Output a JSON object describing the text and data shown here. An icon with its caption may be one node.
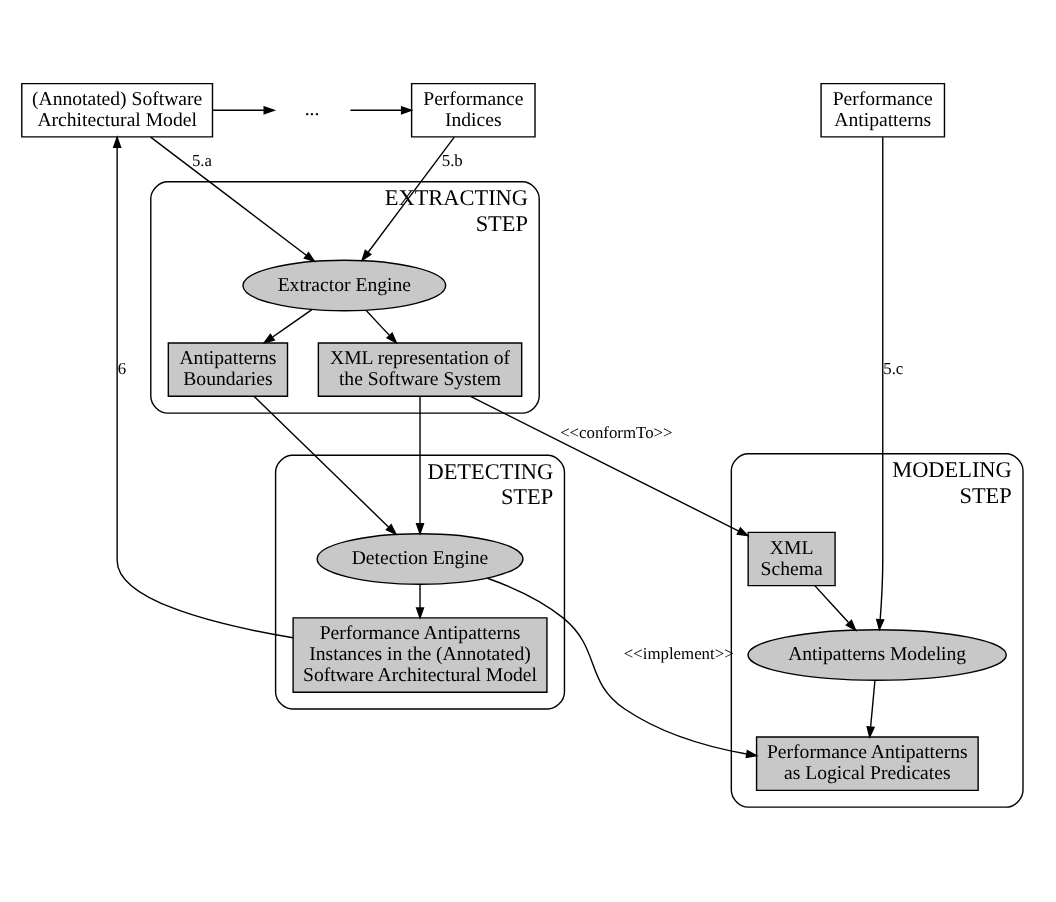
{
  "diagram": {
    "nodes": [
      {
        "text": [
          "(Annotated) Software Architectural Model"
        ]
      },
      {
        "text": [
          "..."
        ]
      },
      {
        "text": [
          "Performance Indices"
        ]
      },
      {
        "text": [
          "Performance Antipatterns"
        ]
      },
      {
        "text": [
          "EXTRACTING STEP"
        ]
      },
      {
        "text": [
          "Extractor Engine"
        ],
        "in": 4
      },
      {
        "text": [
          "Antipatterns Boundaries"
        ],
        "in": 4
      },
      {
        "text": [
          "XML representation of the Software System"
        ],
        "in": 4
      },
      {
        "text": [
          "MODELING STEP"
        ]
      },
      {
        "text": [
          "XML Schema"
        ],
        "in": 8
      },
      {
        "text": [
          "Antipatterns Modeling"
        ],
        "in": 8
      },
      {
        "text": [
          "Performance Antipatterns as Logical Predicates"
        ],
        "in": 8
      },
      {
        "text": [
          "DETECTING STEP"
        ]
      },
      {
        "text": [
          "Detection Engine"
        ],
        "in": 12
      },
      {
        "text": [
          "Performance Antipatterns Instances in the (Annotated) Software Architectural Model"
        ],
        "in": 12
      }
    ],
    "edges": [
      {
        "from": 0,
        "to": 1,
        "arrow": "to"
      },
      {
        "from": 1,
        "to": 2,
        "arrow": "to"
      },
      {
        "from": 0,
        "to": 5,
        "arrow": "to",
        "label": "5.a"
      },
      {
        "from": 2,
        "to": 5,
        "arrow": "to",
        "label": "5.b"
      },
      {
        "from": 3,
        "to": 10,
        "arrow": "to",
        "label": "5.c"
      },
      {
        "from": 5,
        "to": 6,
        "arrow": "to"
      },
      {
        "from": 5,
        "to": 7,
        "arrow": "to"
      },
      {
        "from": 7,
        "to": 9,
        "arrow": "to",
        "label": "<<conformTo>>"
      },
      {
        "from": 9,
        "to": 10,
        "arrow": "to"
      },
      {
        "from": 10,
        "to": 11,
        "arrow": "to"
      },
      {
        "from": 6,
        "to": 13,
        "arrow": "to"
      },
      {
        "from": 7,
        "to": 13,
        "arrow": "to"
      },
      {
        "from": 13,
        "to": 11,
        "arrow": "to",
        "label": "<<implement>>"
      },
      {
        "from": 13,
        "to": 14,
        "arrow": "to"
      },
      {
        "from": 14,
        "to": 0,
        "arrow": "to",
        "label": "6"
      }
    ]
  }
}
